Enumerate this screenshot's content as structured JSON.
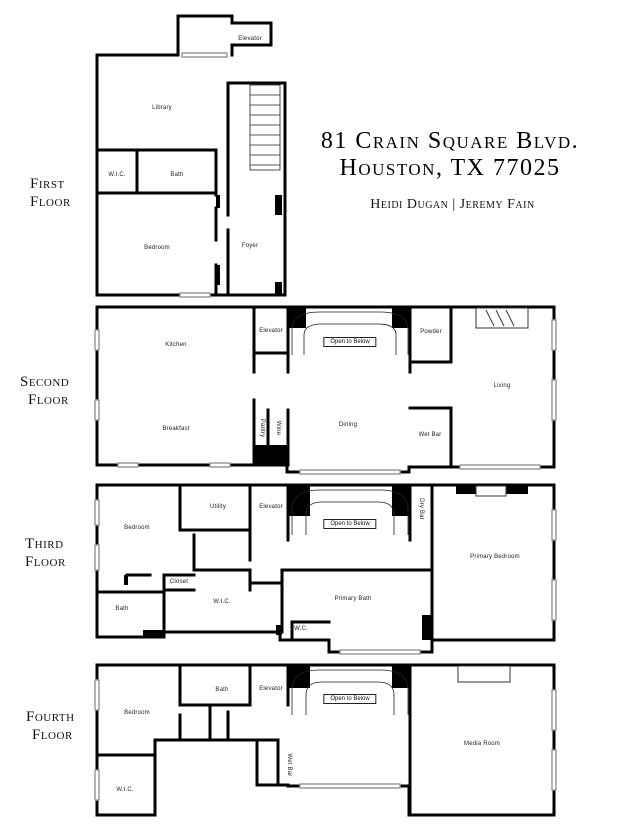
{
  "header": {
    "address_line1": "81 Crain Square Blvd.",
    "address_line2": "Houston, TX 77025",
    "names": "Heidi Dugan | Jeremy Fain"
  },
  "floors": [
    {
      "label_line1": "First",
      "label_line2": "Floor",
      "rooms": [
        "Elevator",
        "Library",
        "W.I.C.",
        "Bath",
        "Bedroom",
        "Foyer"
      ]
    },
    {
      "label_line1": "Second",
      "label_line2": "Floor",
      "rooms": [
        "Kitchen",
        "Elevator",
        "Open to Below",
        "Powder",
        "Living",
        "Breakfast",
        "Pantry",
        "Wine",
        "Dining",
        "Wet Bar"
      ]
    },
    {
      "label_line1": "Third",
      "label_line2": "Floor",
      "rooms": [
        "Utility",
        "Elevator",
        "Bedroom",
        "Open to Below",
        "Dry Bar",
        "Primary Bedroom",
        "Closet",
        "Bath",
        "W.I.C.",
        "Primary Bath",
        "W.C."
      ]
    },
    {
      "label_line1": "Fourth",
      "label_line2": "Floor",
      "rooms": [
        "Bath",
        "Elevator",
        "Open to Below",
        "Bedroom",
        "Media Room",
        "Wet Bar",
        "W.I.C."
      ]
    }
  ],
  "colors": {
    "wall": "#000000",
    "window": "#cfcfcf",
    "background": "#ffffff"
  }
}
